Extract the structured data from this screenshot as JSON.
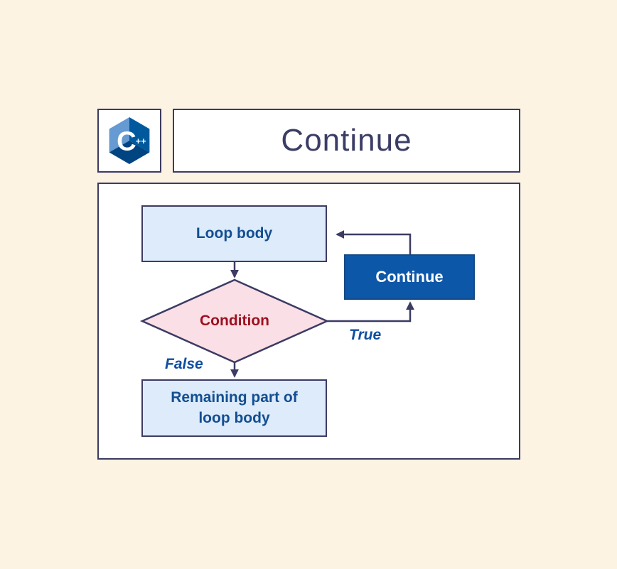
{
  "colors": {
    "background": "#FDF3E3",
    "outline": "#3B3B63",
    "node_fill_light_blue": "#DDEBFA",
    "node_text_blue": "#134E91",
    "diamond_fill": "#FADFE6",
    "diamond_text_red": "#9C1021",
    "continue_fill": "#0D57A9",
    "continue_text": "#FFFFFF",
    "branch_label_blue": "#0E4FA0",
    "title_text": "#3C3D65",
    "logo_light": "#659AD2",
    "logo_medium": "#00599C",
    "logo_dark": "#004482"
  },
  "header": {
    "title": "Continue",
    "logo": {
      "letter": "C",
      "plusplus": "++"
    }
  },
  "flowchart": {
    "loop_body": {
      "label": "Loop body"
    },
    "condition": {
      "label": "Condition"
    },
    "continue_node": {
      "label": "Continue"
    },
    "remaining": {
      "line1": "Remaining part of",
      "line2": "loop body"
    },
    "branches": {
      "true_label": "True",
      "false_label": "False"
    }
  }
}
